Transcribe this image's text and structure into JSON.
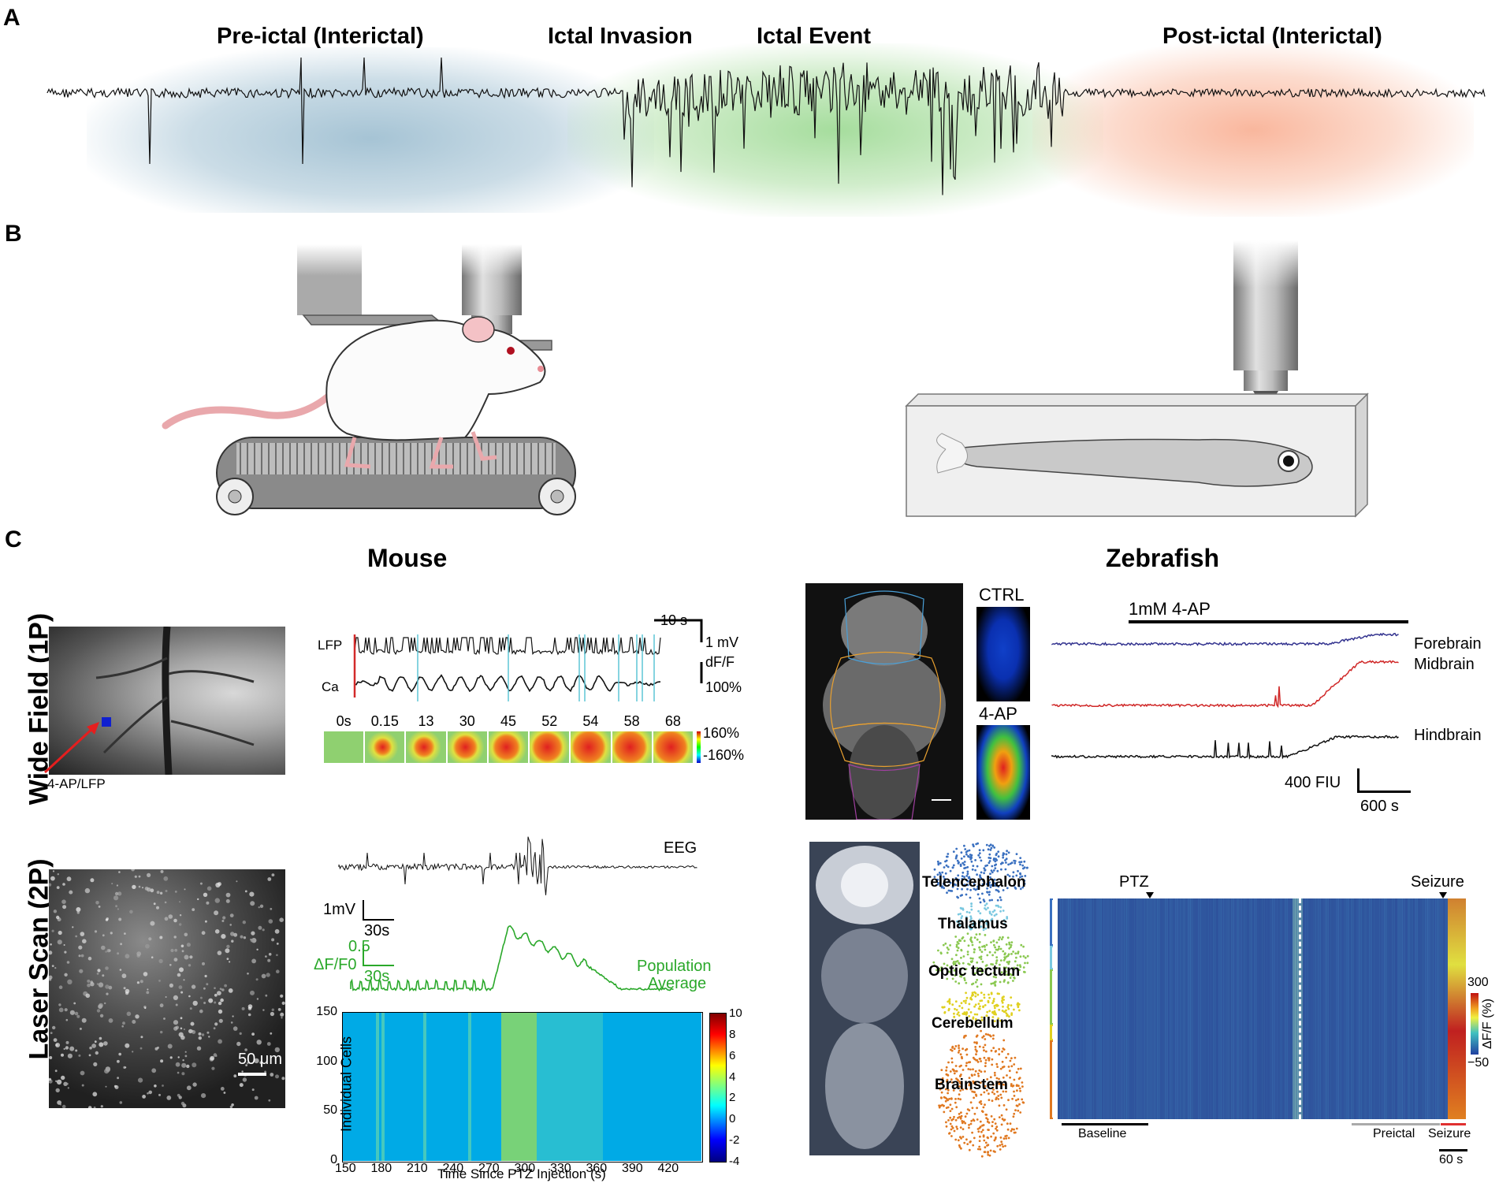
{
  "panels": {
    "a": "A",
    "b": "B",
    "c": "C"
  },
  "phases": [
    "Pre-ictal (Interictal)",
    "Ictal Invasion",
    "Ictal Event",
    "Post-ictal (Interictal)"
  ],
  "colors": {
    "preictal": "#9dbdd1",
    "ictal": "#a8dca0",
    "postictal": "#f5b49a",
    "lfp_red": "#d32a2a",
    "pop_green": "#2aa82a",
    "forebrain": "#33338f",
    "midbrain": "#d02828",
    "hindbrain": "#111111",
    "marker_cyan": "#5ec6d6"
  },
  "mouse": {
    "title": "Mouse",
    "widefield": {
      "row_label": "Wide Field (1P)",
      "site_label": "4-AP/LFP",
      "lfp_label": "LFP",
      "ca_label": "Ca",
      "scale_time": "10 s",
      "scale_mv": "1 mV",
      "scale_dff": "dF/F",
      "scale_pct": "100%",
      "frame_times": [
        "0s",
        "0.15",
        "13",
        "30",
        "45",
        "52",
        "54",
        "58",
        "68"
      ],
      "colorbar_max": "160%",
      "colorbar_min": "-160%"
    },
    "laserscan": {
      "row_label": "Laser Scan (2P)",
      "scalebar": "50 μm",
      "eeg_label": "EEG",
      "scale_mv": "1mV",
      "scale_s1": "30s",
      "scale_dff_val": "0.5",
      "scale_dff": "ΔF/F0",
      "scale_s2": "30s",
      "pop_label_1": "Population",
      "pop_label_2": "Average",
      "heatmap_ylabel": "Individual Cells",
      "heatmap_xlabel": "Time Since PTZ Injection (s)",
      "xticks": [
        "150",
        "180",
        "210",
        "240",
        "270",
        "300",
        "330",
        "360",
        "390",
        "420"
      ],
      "yticks": [
        "0",
        "50",
        "100",
        "150"
      ],
      "colorbar_ticks": [
        "10",
        "8",
        "6",
        "4",
        "2",
        "0",
        "-2",
        "-4"
      ]
    }
  },
  "zebrafish": {
    "title": "Zebrafish",
    "widefield": {
      "ctrl_label": "CTRL",
      "ap_label": "4-AP",
      "drug_label": "1mM 4-AP",
      "traces": [
        "Forebrain",
        "Midbrain",
        "Hindbrain"
      ],
      "scale_fiu": "400 FIU",
      "scale_s": "600 s"
    },
    "laserscan": {
      "regions": [
        "Telencephalon",
        "Thalamus",
        "Optic tectum",
        "Cerebellum",
        "Brainstem"
      ],
      "ptz_label": "PTZ",
      "seizure_label": "Seizure",
      "baseline_label": "Baseline",
      "preictal_label": "Preictal",
      "seizure_bottom": "Seizure",
      "scale_s": "60 s",
      "colorbar_max": "300",
      "colorbar_min": "−50",
      "colorbar_label": "ΔF/F (%)"
    }
  }
}
